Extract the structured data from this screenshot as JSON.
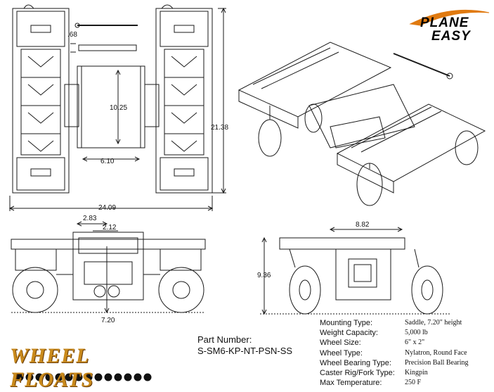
{
  "dimensions": {
    "plate_height": ".68",
    "saddle_length": "10.25",
    "saddle_width": "6.10",
    "overall_length": "21.38",
    "overall_width": "24.09",
    "side_offset_a": "2.83",
    "side_offset_b": "2.12",
    "wheel_height": "7.20",
    "front_span": "8.82",
    "front_height": "9.36"
  },
  "part": {
    "label": "Part Number:",
    "number": "S-SM6-KP-NT-PSN-SS"
  },
  "specs": [
    {
      "key": "Mounting Type:",
      "value": "Saddle, 7.20\" height"
    },
    {
      "key": "Weight Capacity:",
      "value": "5,000 lb"
    },
    {
      "key": "Wheel Size:",
      "value": "6\" x 2\""
    },
    {
      "key": "Wheel Type:",
      "value": "Nylatron, Round Face"
    },
    {
      "key": "Wheel Bearing Type:",
      "value": "Precision Ball Bearing"
    },
    {
      "key": "Caster Rig/Fork Type:",
      "value": "Kingpin"
    },
    {
      "key": "Max Temperature:",
      "value": "250 F"
    }
  ],
  "logos": {
    "plane_easy_line1": "PLANE",
    "plane_easy_line2": "EASY",
    "wheel_floats": "WHEEL FLOATS"
  },
  "colors": {
    "plane_easy_swoosh": "#e07a10",
    "wheel_floats_text": "#c98a1c"
  }
}
